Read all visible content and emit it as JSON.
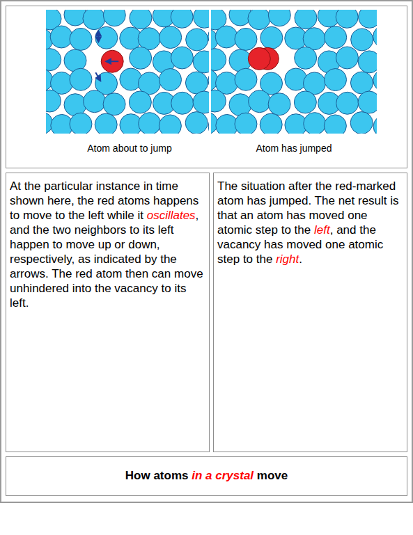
{
  "diagram": {
    "nodes": [
      {
        "text": [
          "Atom about to jump",
          "Atom has jumped"
        ]
      },
      {
        "text": [
          "At the particular instance in time shown here, the red atoms happens to move to the left while it oscillates, and the two neighbors to its left happen to move up or down, respectively, as indicated by the arrows. The red atom then can move unhindered into the vacancy to its left."
        ]
      },
      {
        "text": [
          "The situation after the red-marked atom has jumped. The net result is that an atom has moved one atomic step to the left, and the vacancy has moved one atomic step to the right."
        ]
      },
      {
        "text": [
          "How atoms in a crystal move"
        ]
      }
    ]
  }
}
